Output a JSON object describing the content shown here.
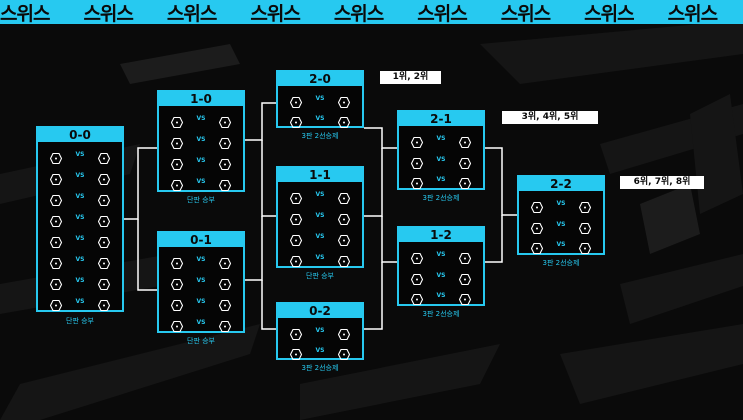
{
  "banner": {
    "word": "스위스",
    "repeat": 9
  },
  "colors": {
    "accent": "#27c9f0",
    "background": "#0a0a0a",
    "rank_box": "#ffffff"
  },
  "icons": {
    "team_slot": "hexagon-team-icon"
  },
  "groups": [
    {
      "id": "0-0",
      "label": "0-0",
      "matches": 8,
      "caption": "단판 승부"
    },
    {
      "id": "1-0",
      "label": "1-0",
      "matches": 4,
      "caption": "단판 승부"
    },
    {
      "id": "0-1",
      "label": "0-1",
      "matches": 4,
      "caption": "단판 승부"
    },
    {
      "id": "2-0",
      "label": "2-0",
      "matches": 2,
      "caption": "3판 2선승제"
    },
    {
      "id": "1-1",
      "label": "1-1",
      "matches": 4,
      "caption": "단판 승부"
    },
    {
      "id": "0-2",
      "label": "0-2",
      "matches": 2,
      "caption": "3판 2선승제"
    },
    {
      "id": "2-1",
      "label": "2-1",
      "matches": 3,
      "caption": "3판 2선승제"
    },
    {
      "id": "1-2",
      "label": "1-2",
      "matches": 3,
      "caption": "3판 2선승제"
    },
    {
      "id": "2-2",
      "label": "2-2",
      "matches": 3,
      "caption": "3판 2선승제"
    }
  ],
  "vs_text": "VS",
  "ranks": {
    "r20": "1위, 2위",
    "r21": "3위, 4위, 5위",
    "r22": "6위, 7위, 8위"
  }
}
